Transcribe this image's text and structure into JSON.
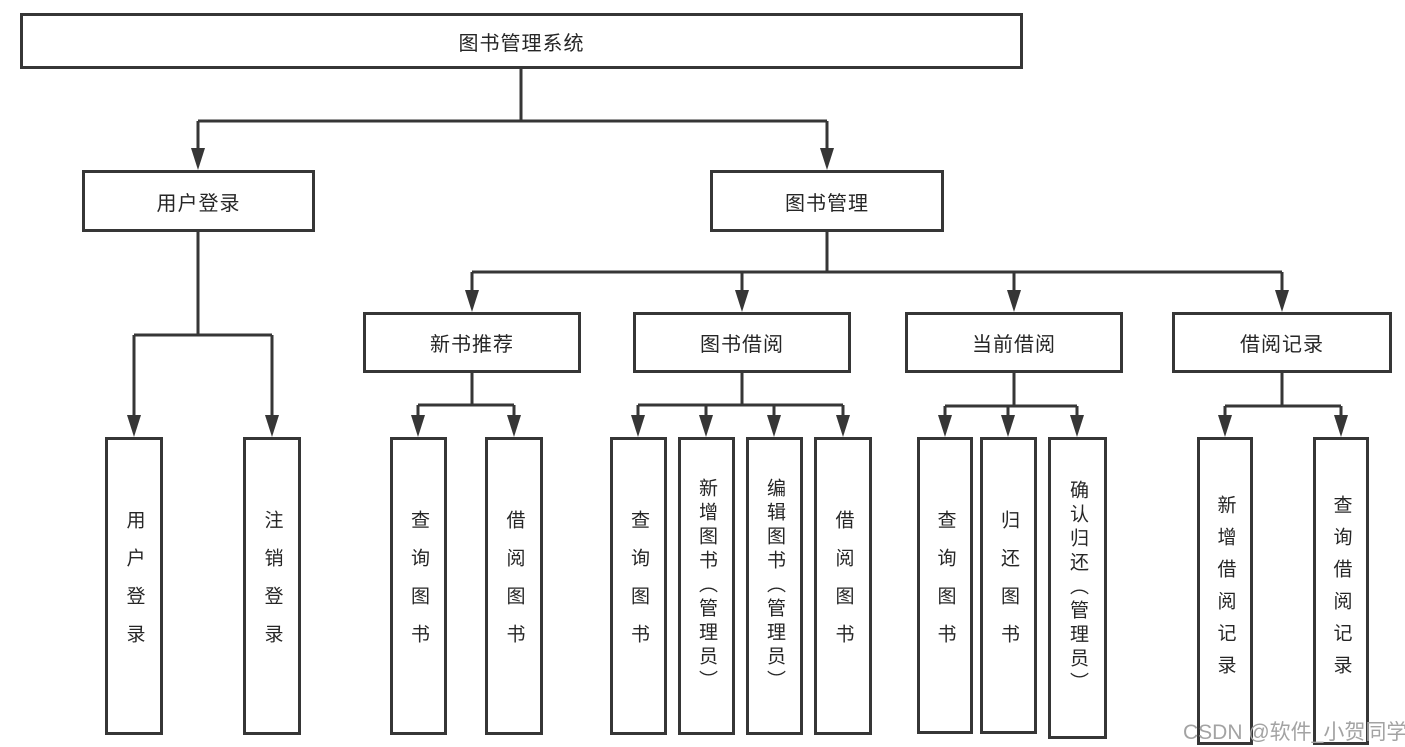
{
  "title": "图书管理系统",
  "tree": {
    "root": "图书管理系统",
    "branches": [
      {
        "label": "用户登录",
        "children": [
          "用户登录",
          "注销登录"
        ]
      },
      {
        "label": "图书管理",
        "sections": [
          {
            "label": "新书推荐",
            "children": [
              "查询图书",
              "借阅图书"
            ]
          },
          {
            "label": "图书借阅",
            "children": [
              "查询图书",
              "新增图书（管理员）",
              "编辑图书（管理员）",
              "借阅图书"
            ]
          },
          {
            "label": "当前借阅",
            "children": [
              "查询图书",
              "归还图书",
              "确认归还（管理员）"
            ]
          },
          {
            "label": "借阅记录",
            "children": [
              "新增借阅记录",
              "查询借阅记录"
            ]
          }
        ]
      }
    ]
  },
  "watermark": "CSDN @软件_小贺同学",
  "colors": {
    "line": "#363636",
    "box_border": "#363636",
    "text": "#262626",
    "watermark": "#a3a3a3",
    "background": "#ffffff"
  }
}
